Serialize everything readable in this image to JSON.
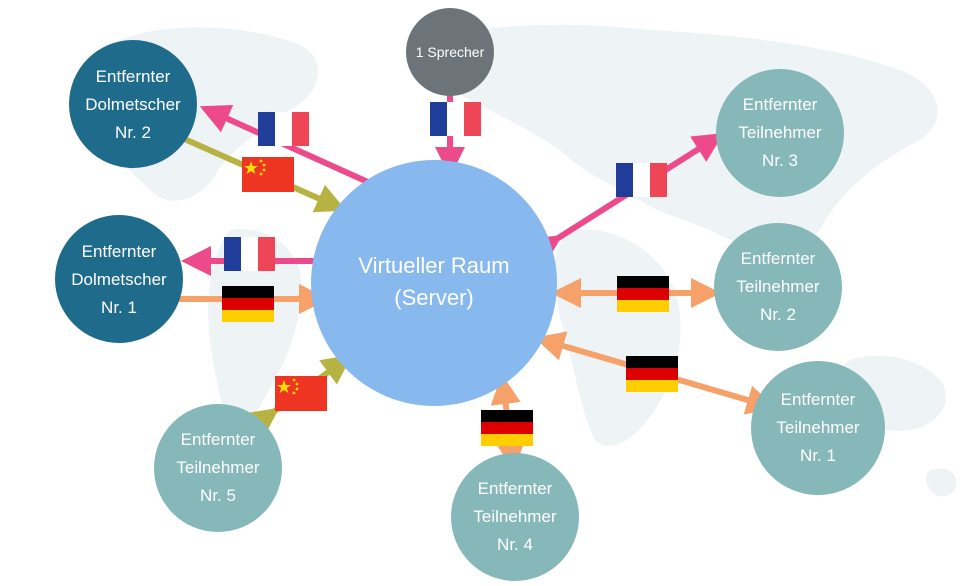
{
  "colors": {
    "background": "#ffffff",
    "map": "#eef3f6",
    "server": "#88b9ee",
    "speaker": "#6c747a",
    "interpreter": "#1f6b8c",
    "participant": "#86b8b9",
    "arrow_french": "#ec4a8a",
    "arrow_chinese": "#b6b342",
    "arrow_german": "#f6a06a"
  },
  "server": {
    "line1": "Virtueller Raum",
    "line2": "(Server)"
  },
  "speaker": {
    "label": "1 Sprecher"
  },
  "interpreter2": {
    "line1": "Entfernter",
    "line2": "Dolmetscher",
    "line3": "Nr. 2"
  },
  "interpreter1": {
    "line1": "Entfernter",
    "line2": "Dolmetscher",
    "line3": "Nr. 1"
  },
  "participant3": {
    "line1": "Entfernter",
    "line2": "Teilnehmer",
    "line3": "Nr. 3"
  },
  "participant2": {
    "line1": "Entfernter",
    "line2": "Teilnehmer",
    "line3": "Nr. 2"
  },
  "participant1": {
    "line1": "Entfernter",
    "line2": "Teilnehmer",
    "line3": "Nr. 1"
  },
  "participant4": {
    "line1": "Entfernter",
    "line2": "Teilnehmer",
    "line3": "Nr. 4"
  },
  "participant5": {
    "line1": "Entfernter",
    "line2": "Teilnehmer",
    "line3": "Nr. 5"
  },
  "flags": {
    "french": [
      "#1f3d99",
      "#ffffff",
      "#ee4656"
    ],
    "german": [
      "#000000",
      "#dd0000",
      "#ffce00"
    ],
    "chinese": [
      "#ee3524",
      "#ffde00"
    ]
  }
}
